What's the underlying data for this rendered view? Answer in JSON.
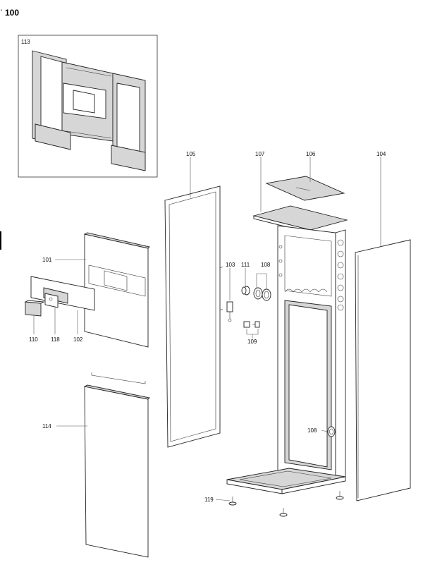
{
  "diagram": {
    "title": "100",
    "callouts": [
      {
        "id": "c113",
        "text": "113"
      },
      {
        "id": "c105",
        "text": "105"
      },
      {
        "id": "c107",
        "text": "107"
      },
      {
        "id": "c106",
        "text": "106"
      },
      {
        "id": "c104",
        "text": "104"
      },
      {
        "id": "c101",
        "text": "101"
      },
      {
        "id": "c103",
        "text": "103"
      },
      {
        "id": "c111",
        "text": "111"
      },
      {
        "id": "c108a",
        "text": "108"
      },
      {
        "id": "c109",
        "text": "109"
      },
      {
        "id": "c110",
        "text": "110"
      },
      {
        "id": "c118",
        "text": "118"
      },
      {
        "id": "c102",
        "text": "102"
      },
      {
        "id": "c114",
        "text": "114"
      },
      {
        "id": "c108b",
        "text": "108"
      },
      {
        "id": "c119",
        "text": "119"
      }
    ]
  }
}
